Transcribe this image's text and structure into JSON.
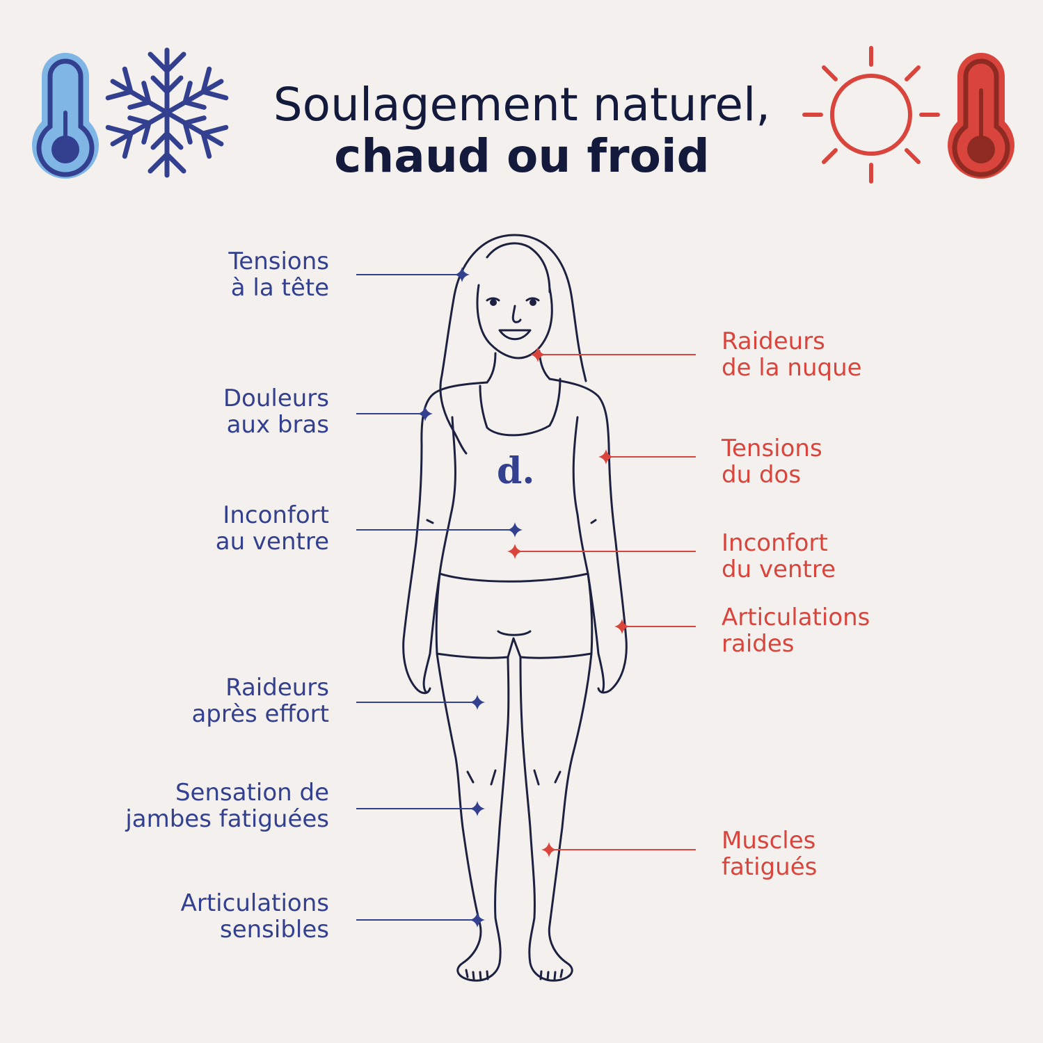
{
  "title": {
    "line1": "Soulagement naturel,",
    "line2": "chaud ou froid"
  },
  "colors": {
    "background": "#f4f0ed",
    "title": "#141a3c",
    "cold": "#33408f",
    "cold_light": "#7fb6e6",
    "hot": "#d9453d",
    "hot_dark": "#8f2a22",
    "outline": "#1d2140"
  },
  "icons": [
    "thermometer-cold-icon",
    "snowflake-icon",
    "sun-icon",
    "thermometer-hot-icon"
  ],
  "brand_logo": "d.",
  "cold_points": [
    {
      "line1": "Tensions",
      "line2": "à la tête"
    },
    {
      "line1": "Douleurs",
      "line2": "aux bras"
    },
    {
      "line1": "Inconfort",
      "line2": "au ventre"
    },
    {
      "line1": "Raideurs",
      "line2": "après effort"
    },
    {
      "line1": "Sensation de",
      "line2": "jambes fatiguées"
    },
    {
      "line1": "Articulations",
      "line2": "sensibles"
    }
  ],
  "hot_points": [
    {
      "line1": "Raideurs",
      "line2": "de la nuque"
    },
    {
      "line1": "Tensions",
      "line2": "du dos"
    },
    {
      "line1": "Inconfort",
      "line2": "du ventre"
    },
    {
      "line1": "Articulations",
      "line2": "raides"
    },
    {
      "line1": "Muscles",
      "line2": "fatigués"
    }
  ]
}
